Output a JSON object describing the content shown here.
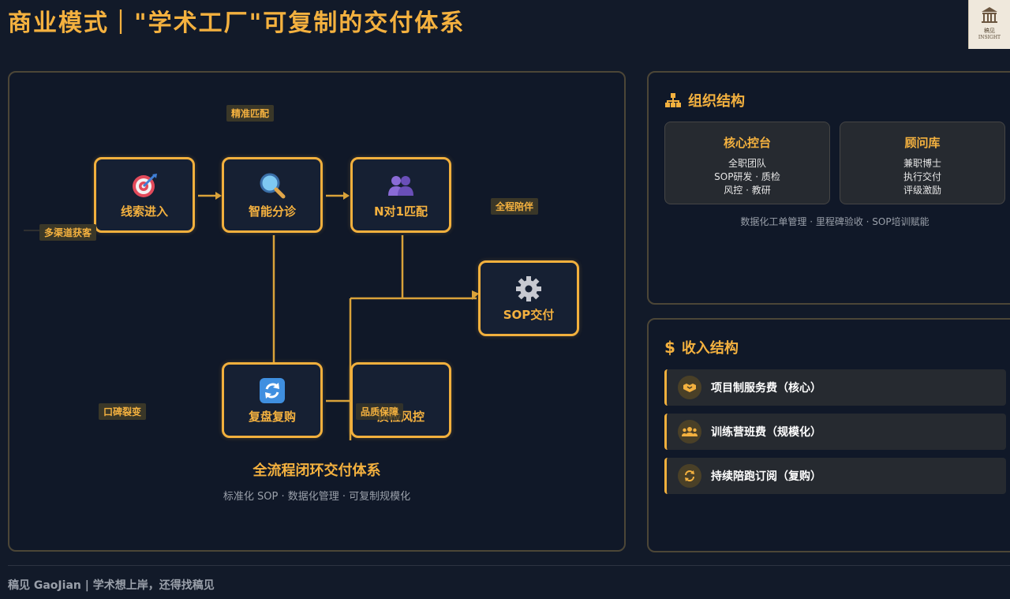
{
  "header": {
    "title": "商业模式｜\"学术工厂\"可复制的交付体系",
    "logo_text_1": "稿见",
    "logo_text_2": "INSIGHT"
  },
  "flow": {
    "nodes": {
      "leads": "线索进入",
      "diagnosis": "智能分诊",
      "match": "N对1匹配",
      "sop": "SOP交付",
      "review": "复盘复购",
      "qc": "质检风控"
    },
    "tags": {
      "precise_match": "精准匹配",
      "multi_channel": "多渠道获客",
      "full_accompany": "全程陪伴",
      "word_of_mouth": "口碑裂变",
      "quality_guarantee": "品质保障"
    },
    "caption": "全流程闭环交付体系",
    "subcaption": "标准化 SOP · 数据化管理 · 可复制规模化"
  },
  "org": {
    "title": "组织结构",
    "cards": [
      {
        "title": "核心控台",
        "lines": [
          "全职团队",
          "SOP研发 · 质检",
          "风控 · 教研"
        ]
      },
      {
        "title": "顾问库",
        "lines": [
          "兼职博士",
          "执行交付",
          "评级激励"
        ]
      }
    ],
    "footer": "数据化工单管理 · 里程碑验收 · SOP培训赋能"
  },
  "revenue": {
    "title": "收入结构",
    "items": [
      {
        "label": "项目制服务费（核心）",
        "icon": "handshake-icon"
      },
      {
        "label": "训练营班费（规模化）",
        "icon": "users-icon"
      },
      {
        "label": "持续陪跑订阅（复购）",
        "icon": "refresh-icon"
      }
    ]
  },
  "footer": {
    "text": "稿见 GaoJian | 学术想上岸，还得找稿见"
  },
  "colors": {
    "accent": "#f4b13f",
    "background": "#121a29",
    "card": "#262a30"
  }
}
